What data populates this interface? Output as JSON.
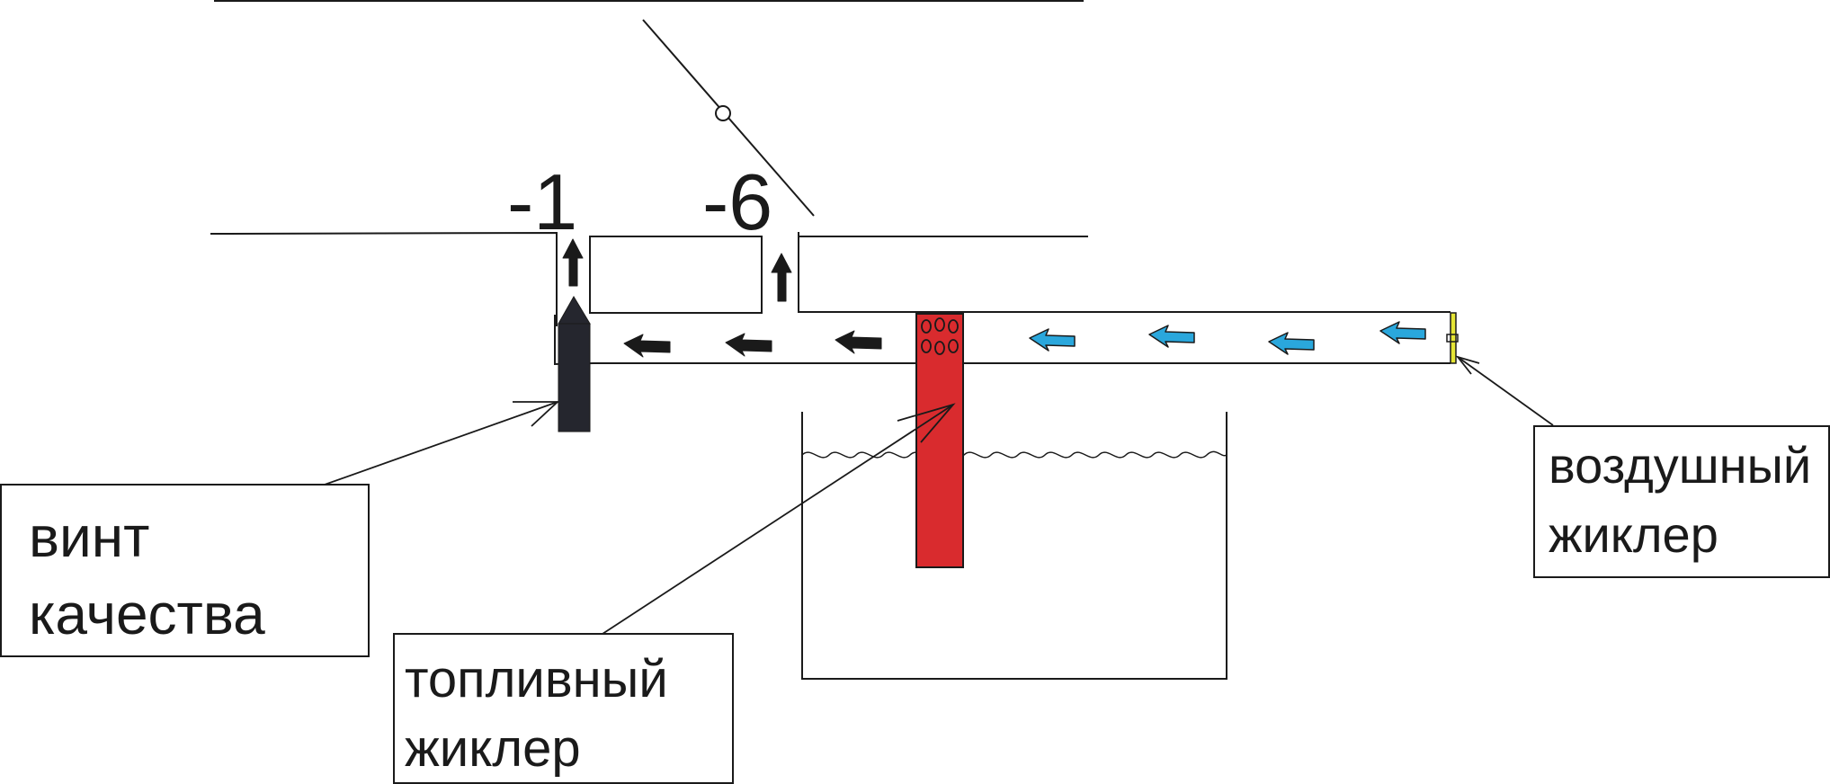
{
  "title": "",
  "labels": {
    "port_1": "-1",
    "port_6": "-6",
    "quality_screw_line1": "винт",
    "quality_screw_line2": "качества",
    "fuel_jet_line1": "топливный",
    "fuel_jet_line2": "жиклер",
    "air_jet_line1": "воздушный",
    "air_jet_line2": "жиклер"
  },
  "colors": {
    "line": "#1a1a1a",
    "fuel_jet": "#d92b2e",
    "quality_screw": "#25262e",
    "air_jet": "#e5e535",
    "air_arrow": "#2aa7dc",
    "mixture_arrow": "#1a1a1a"
  },
  "icons": {
    "air_flow": "arrow-left-icon",
    "mixture_flow": "arrow-left-icon",
    "port_flow": "arrow-up-icon"
  }
}
